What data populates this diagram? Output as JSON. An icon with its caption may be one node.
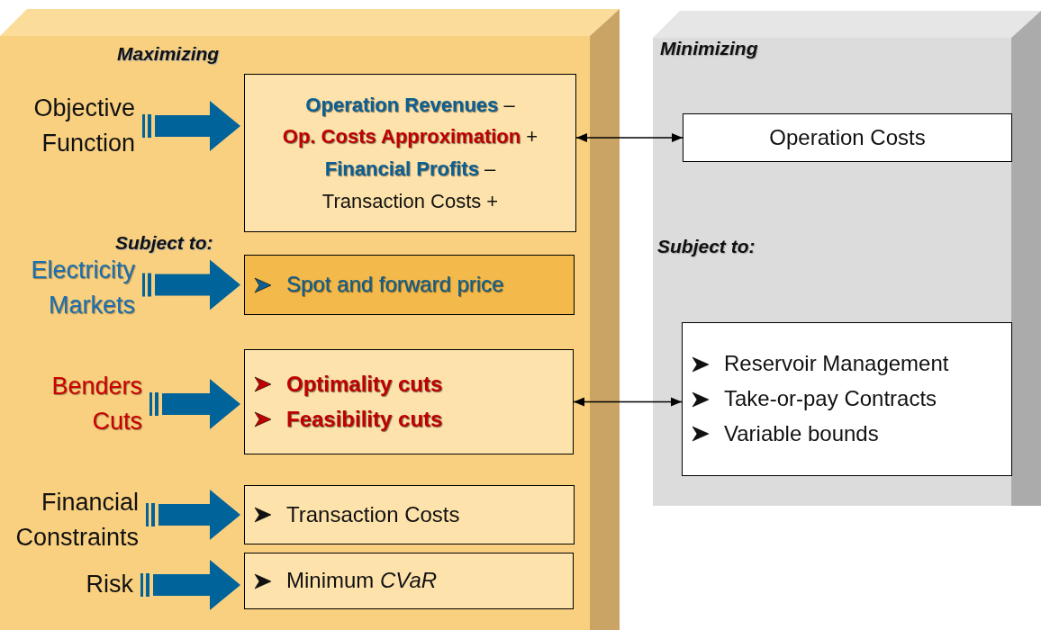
{
  "diagram": {
    "nodes": [
      {
        "text": [
          "Maximizing",
          "Subject to:"
        ]
      },
      {
        "text": [
          "Minimizing",
          "Subject to:"
        ]
      },
      {
        "text": [
          "Objective Function"
        ],
        "in": 0
      },
      {
        "text": [
          "**Operation Revenues** –",
          "**Op. Costs Approximation** +",
          "**Financial Profits** –",
          "Transaction Costs +"
        ],
        "in": 0
      },
      {
        "text": [
          "Electricity Markets"
        ],
        "in": 0
      },
      {
        "text": [
          "Spot and forward price"
        ],
        "in": 0
      },
      {
        "text": [
          "Benders Cuts"
        ],
        "in": 0
      },
      {
        "text": [
          "Optimality cuts",
          "Feasibility cuts"
        ],
        "in": 0
      },
      {
        "text": [
          "Financial Constraints"
        ],
        "in": 0
      },
      {
        "text": [
          "Transaction Costs"
        ],
        "in": 0
      },
      {
        "text": [
          "Risk"
        ],
        "in": 0
      },
      {
        "text": [
          "Minimum *CVaR*"
        ],
        "in": 0
      },
      {
        "text": [
          "Operation Costs"
        ],
        "in": 1
      },
      {
        "text": [
          "Reservoir Management",
          "Take-or-pay Contracts",
          "Variable bounds"
        ],
        "in": 1
      }
    ],
    "edges": [
      {
        "from": 2,
        "to": 3,
        "arrow": "to"
      },
      {
        "from": 4,
        "to": 5,
        "arrow": "to"
      },
      {
        "from": 6,
        "to": 7,
        "arrow": "to"
      },
      {
        "from": 8,
        "to": 9,
        "arrow": "to"
      },
      {
        "from": 10,
        "to": 11,
        "arrow": "to"
      },
      {
        "from": 3,
        "to": 12,
        "arrow": "both",
        "color": "#000000"
      },
      {
        "from": 7,
        "to": 13,
        "arrow": "both",
        "color": "#000000"
      }
    ]
  }
}
